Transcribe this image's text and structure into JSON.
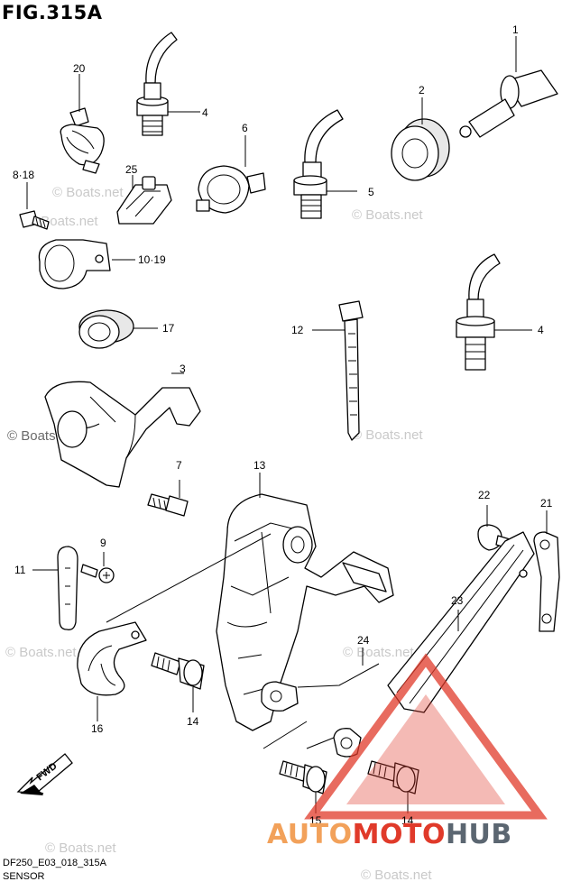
{
  "figure": {
    "title": "FIG.315A",
    "model_code": "DF250_E03_018_315A",
    "section_name": "SENSOR"
  },
  "watermark_text": "© Boats.net",
  "brand": {
    "part1": "AUTO",
    "part2": "MOTO",
    "part3": "HUB",
    "colors": {
      "auto": "#f2a15a",
      "moto": "#e03a2a",
      "hub": "#5b6671",
      "triangle": "#e03a2a"
    }
  },
  "fwd_label": "FWD",
  "part_labels": {
    "p1": "1",
    "p2": "2",
    "p3": "3",
    "p4a": "4",
    "p4b": "4",
    "p5": "5",
    "p6": "6",
    "p7": "7",
    "p8_18": "8·18",
    "p9": "9",
    "p10_19": "10·19",
    "p11": "11",
    "p12": "12",
    "p13": "13",
    "p14a": "14",
    "p14b": "14",
    "p15": "15",
    "p16": "16",
    "p17": "17",
    "p20": "20",
    "p21": "21",
    "p22": "22",
    "p23": "23",
    "p24": "24",
    "p25": "25"
  }
}
